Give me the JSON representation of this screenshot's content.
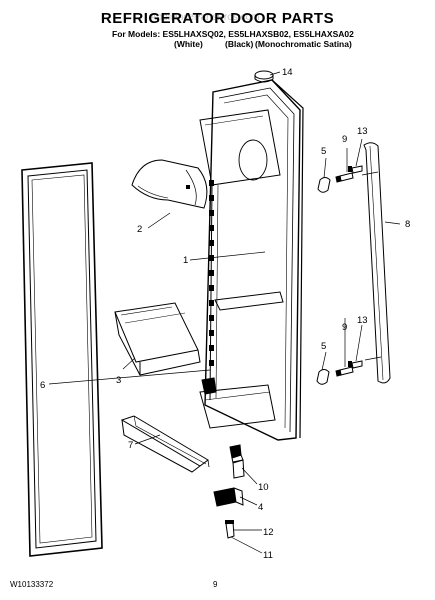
{
  "header": {
    "watermark": "AppliancePartsPros.com",
    "title": "REFRIGERATOR DOOR PARTS",
    "models_line": "For Models: ES5LHAXSQ02, ES5LHAXSB02, ES5LHAXSA02",
    "variant_white": "(White)",
    "variant_black": "(Black)",
    "variant_satina": "(Monochromatic Satina)"
  },
  "callouts": {
    "c1": "1",
    "c2": "2",
    "c3": "3",
    "c4": "4",
    "c5a": "5",
    "c5b": "5",
    "c6": "6",
    "c7": "7",
    "c8": "8",
    "c9a": "9",
    "c9b": "9",
    "c10": "10",
    "c11": "11",
    "c12": "12",
    "c13a": "13",
    "c13b": "13",
    "c14": "14"
  },
  "footer": {
    "doc_number": "W10133372",
    "page_number": "9"
  }
}
